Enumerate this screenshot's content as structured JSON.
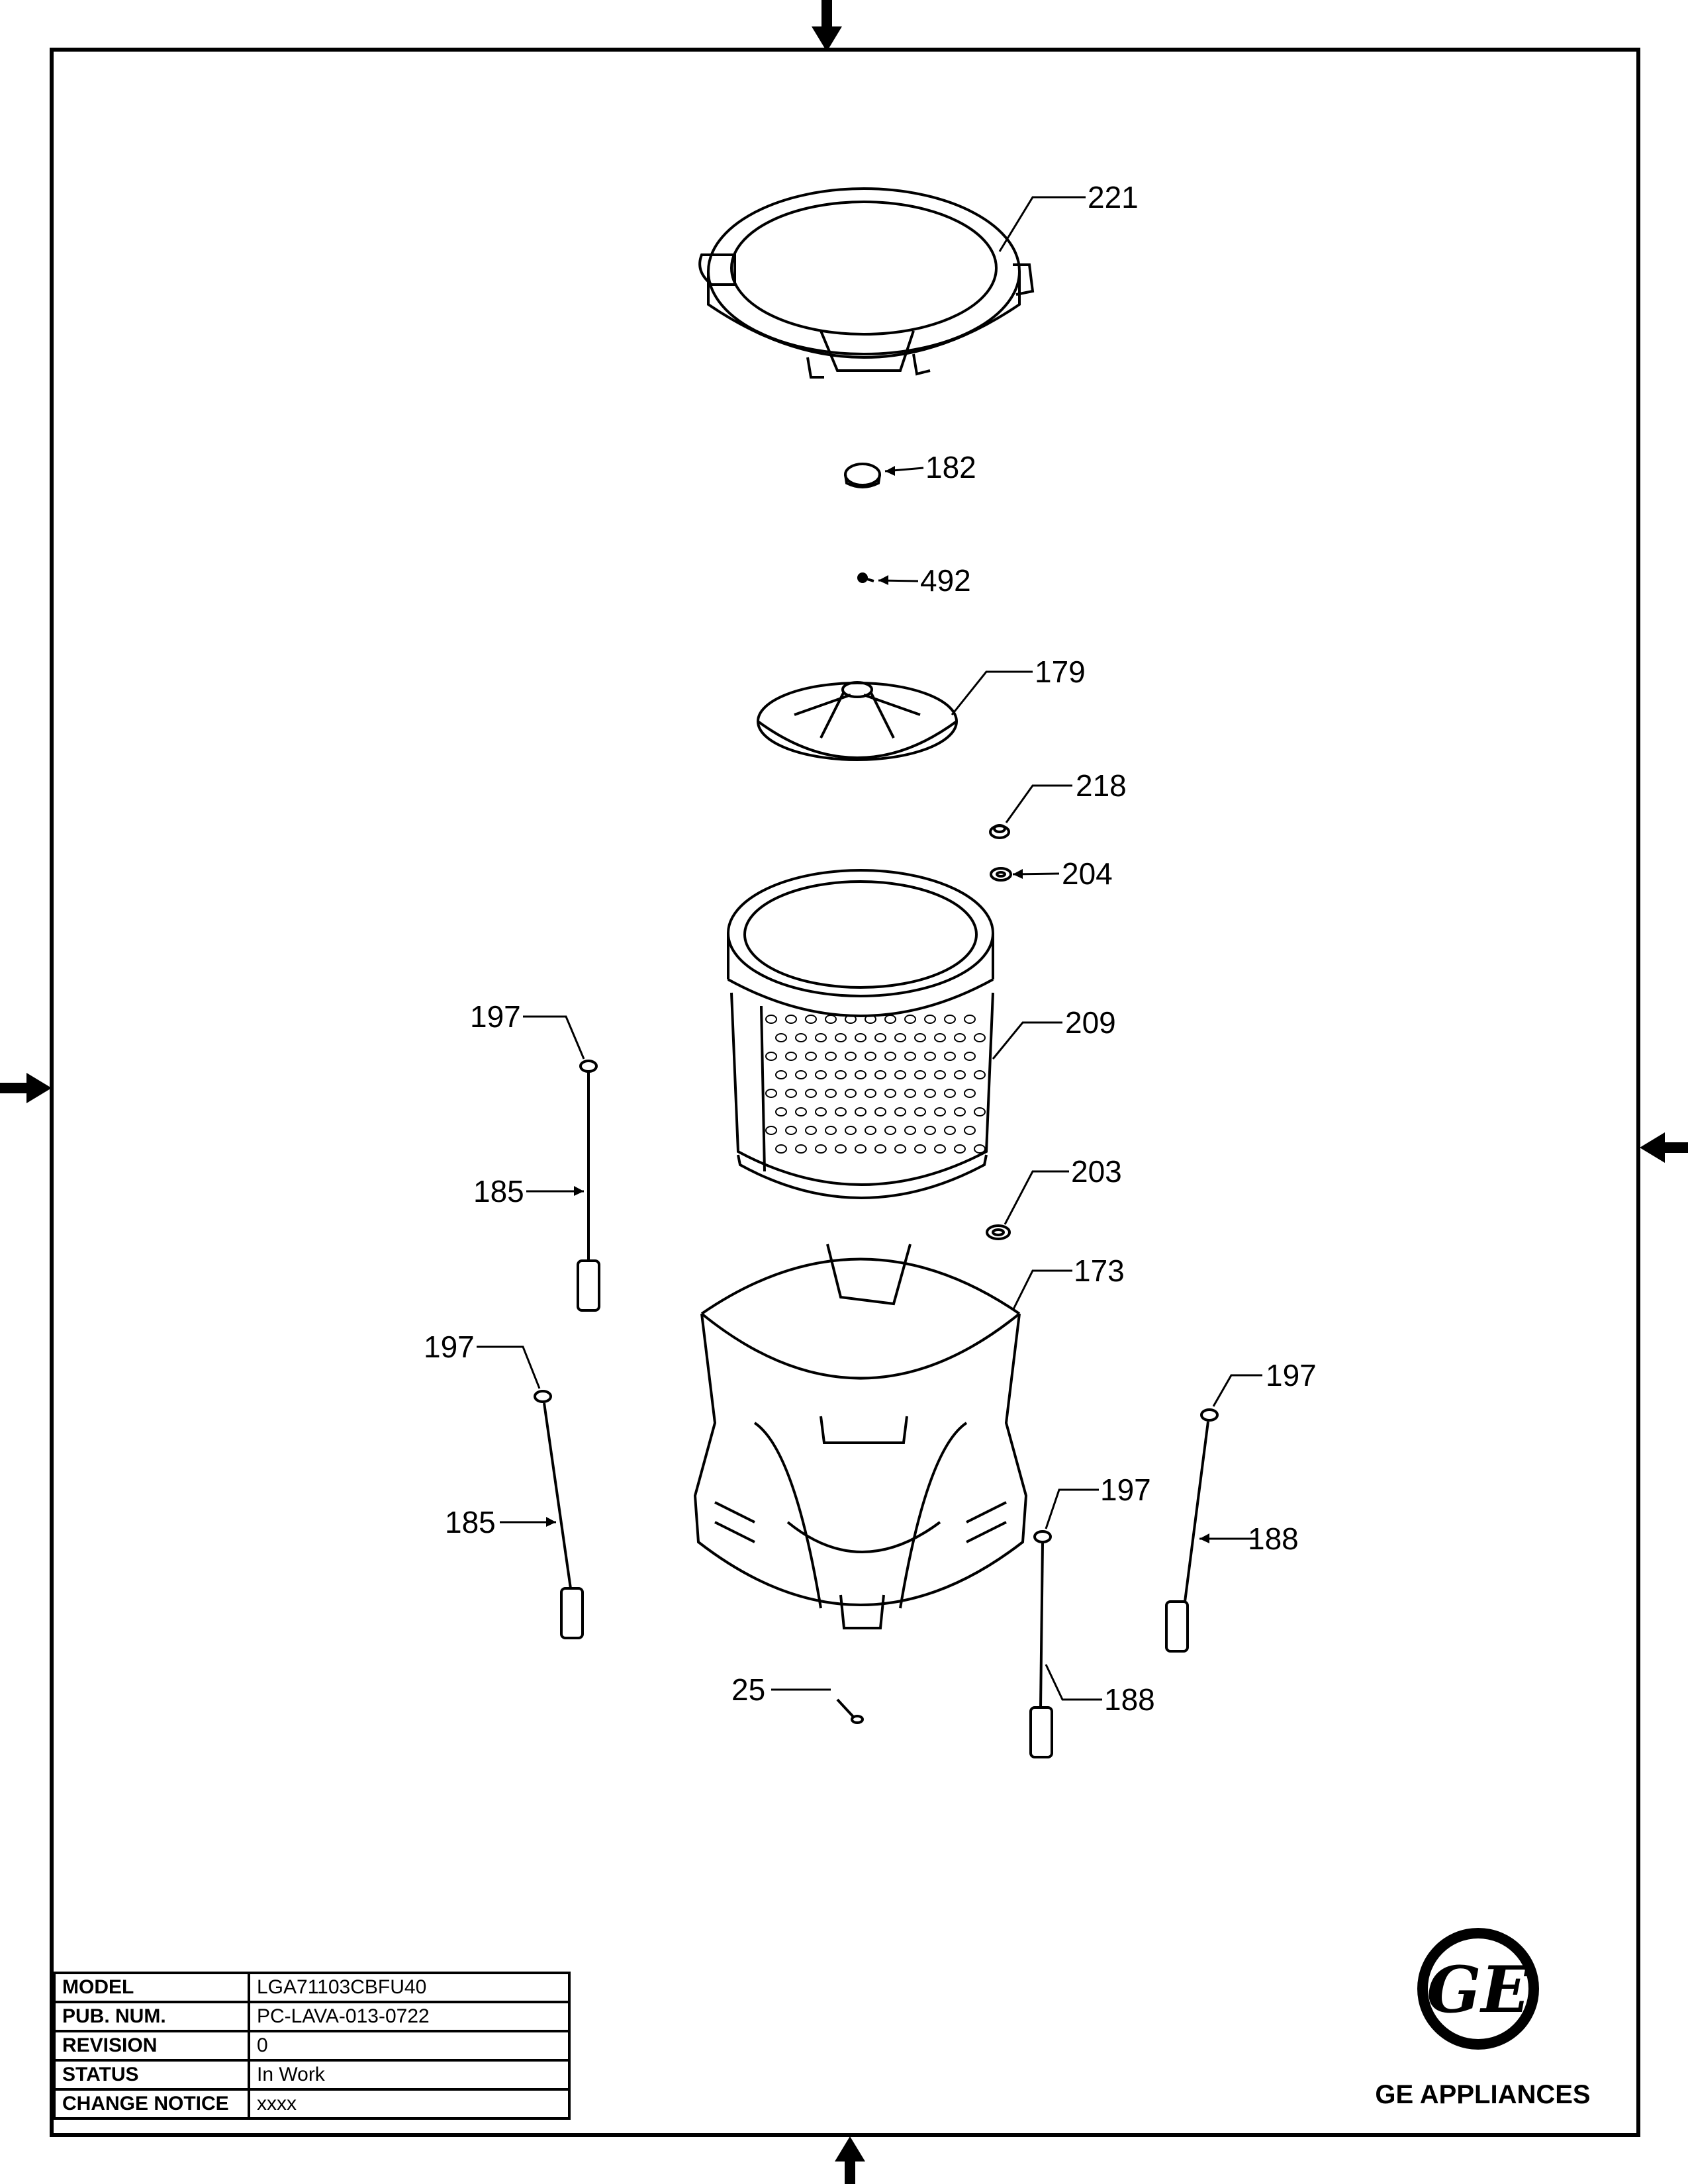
{
  "callouts": [
    {
      "id": "c221",
      "label": "221"
    },
    {
      "id": "c182",
      "label": "182"
    },
    {
      "id": "c492",
      "label": "492"
    },
    {
      "id": "c179",
      "label": "179"
    },
    {
      "id": "c218",
      "label": "218"
    },
    {
      "id": "c204",
      "label": "204"
    },
    {
      "id": "c209",
      "label": "209"
    },
    {
      "id": "c197a",
      "label": "197"
    },
    {
      "id": "c185a",
      "label": "185"
    },
    {
      "id": "c203",
      "label": "203"
    },
    {
      "id": "c173",
      "label": "173"
    },
    {
      "id": "c197b",
      "label": "197"
    },
    {
      "id": "c197c",
      "label": "197"
    },
    {
      "id": "c197d",
      "label": "197"
    },
    {
      "id": "c185b",
      "label": "185"
    },
    {
      "id": "c188a",
      "label": "188"
    },
    {
      "id": "c25",
      "label": "25"
    },
    {
      "id": "c188b",
      "label": "188"
    }
  ],
  "title_block": [
    {
      "label": "MODEL",
      "value": "LGA71103CBFU40"
    },
    {
      "label": "PUB. NUM.",
      "value": "PC-LAVA-013-0722"
    },
    {
      "label": "REVISION",
      "value": "0"
    },
    {
      "label": "STATUS",
      "value": "In Work"
    },
    {
      "label": "CHANGE NOTICE",
      "value": "xxxx"
    }
  ],
  "brand": {
    "logo_text": "GE",
    "name": "GE APPLIANCES"
  }
}
